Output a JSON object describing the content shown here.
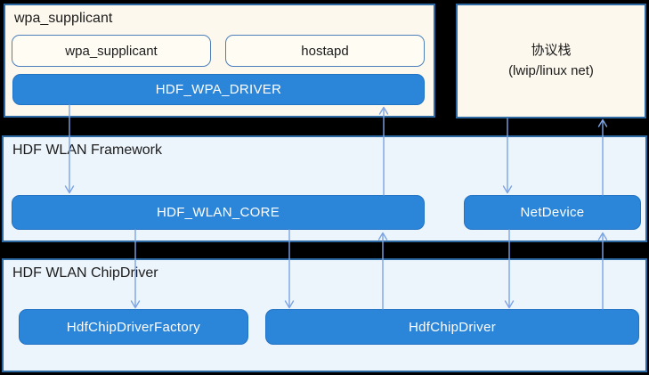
{
  "colors": {
    "box_blue": "#2b85d8",
    "box_blue_border": "#2373c4",
    "panel_cream": "#fdf8ee",
    "panel_light_blue": "#edf5fc",
    "border_dark": "#2d6aa3",
    "border_light": "#4d7fba",
    "arrow_blue": "#7da4e3",
    "text_dark": "#1c1c1c",
    "text_white": "#ffffff",
    "background_black": "#000000"
  },
  "panels": {
    "wpa": {
      "title": "wpa_supplicant",
      "sub_wpa": "wpa_supplicant",
      "sub_hostapd": "hostapd",
      "driver": "HDF_WPA_DRIVER"
    },
    "protocol": {
      "line1": "协议栈",
      "line2": "(lwip/linux net)"
    },
    "framework": {
      "title": "HDF WLAN Framework",
      "core": "HDF_WLAN_CORE",
      "netdevice": "NetDevice"
    },
    "chipdriver": {
      "title": "HDF WLAN ChipDriver",
      "factory": "HdfChipDriverFactory",
      "chip": "HdfChipDriver"
    }
  },
  "arrows": [
    {
      "from": "HDF_WPA_DRIVER",
      "to": "HDF_WLAN_CORE",
      "direction": "down"
    },
    {
      "from": "HDF_WLAN_CORE",
      "to": "HDF_WPA_DRIVER",
      "direction": "up"
    },
    {
      "from": "协议栈",
      "to": "NetDevice",
      "direction": "down"
    },
    {
      "from": "NetDevice",
      "to": "协议栈",
      "direction": "up"
    },
    {
      "from": "HDF_WLAN_CORE",
      "to": "HdfChipDriverFactory",
      "direction": "down"
    },
    {
      "from": "HDF_WLAN_CORE",
      "to": "HdfChipDriver",
      "direction": "down"
    },
    {
      "from": "HdfChipDriver",
      "to": "HDF_WLAN_CORE",
      "direction": "up"
    },
    {
      "from": "NetDevice",
      "to": "HdfChipDriver",
      "direction": "down"
    },
    {
      "from": "HdfChipDriver",
      "to": "NetDevice",
      "direction": "up"
    }
  ]
}
